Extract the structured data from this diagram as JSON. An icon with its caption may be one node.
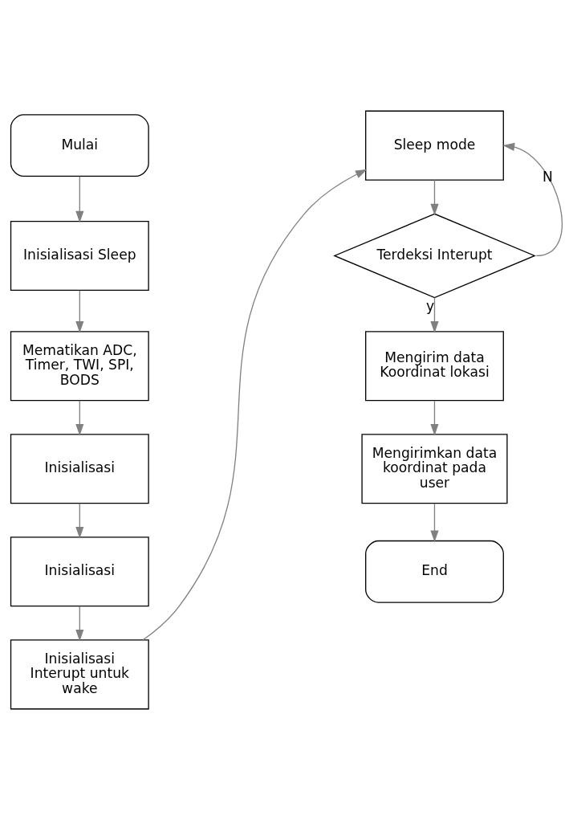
{
  "diagram": {
    "nodes": [
      {
        "text": [
          "Mulai"
        ]
      },
      {
        "text": [
          "Inisialisasi Sleep"
        ]
      },
      {
        "text": [
          "Mematikan ADC, Timer, TWI, SPI, BODS"
        ]
      },
      {
        "text": [
          "Inisialisasi"
        ]
      },
      {
        "text": [
          "Inisialisasi"
        ]
      },
      {
        "text": [
          "Inisialisasi Interupt untuk wake"
        ]
      },
      {
        "text": [
          "Sleep mode"
        ]
      },
      {
        "text": [
          "Terdeksi Interupt"
        ]
      },
      {
        "text": [
          "Mengirim data Koordinat lokasi"
        ]
      },
      {
        "text": [
          "Mengirimkan data koordinat pada user"
        ]
      },
      {
        "text": [
          "End"
        ]
      }
    ],
    "edges": [
      {
        "from": 0,
        "to": 1,
        "arrow": "to"
      },
      {
        "from": 1,
        "to": 2,
        "arrow": "to"
      },
      {
        "from": 2,
        "to": 3,
        "arrow": "to"
      },
      {
        "from": 3,
        "to": 4,
        "arrow": "to"
      },
      {
        "from": 4,
        "to": 5,
        "arrow": "to"
      },
      {
        "from": 5,
        "to": 6,
        "arrow": "to"
      },
      {
        "from": 6,
        "to": 7,
        "arrow": "to"
      },
      {
        "from": 7,
        "to": 6,
        "arrow": "to",
        "label": "N"
      },
      {
        "from": 7,
        "to": 8,
        "arrow": "to",
        "label": "y"
      },
      {
        "from": 8,
        "to": 9,
        "arrow": "to"
      },
      {
        "from": 9,
        "to": 10,
        "arrow": "to"
      }
    ]
  }
}
